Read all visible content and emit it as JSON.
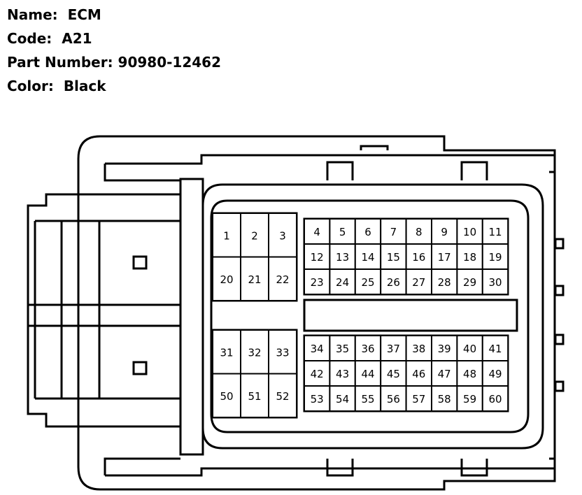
{
  "header": {
    "name_label": "Name:",
    "name_value": "ECM",
    "code_label": "Code:",
    "code_value": "A21",
    "part_label": "Part Number:",
    "part_value": "90980-12462",
    "color_label": "Color:",
    "color_value": "Black"
  },
  "connector": {
    "large_pins": [
      [
        "1",
        "2",
        "3"
      ],
      [
        "20",
        "21",
        "22"
      ],
      [
        "31",
        "32",
        "33"
      ],
      [
        "50",
        "51",
        "52"
      ]
    ],
    "small_pins": [
      [
        "4",
        "5",
        "6",
        "7",
        "8",
        "9",
        "10",
        "11"
      ],
      [
        "12",
        "13",
        "14",
        "15",
        "16",
        "17",
        "18",
        "19"
      ],
      [
        "23",
        "24",
        "25",
        "26",
        "27",
        "28",
        "29",
        "30"
      ],
      [
        "34",
        "35",
        "36",
        "37",
        "38",
        "39",
        "40",
        "41"
      ],
      [
        "42",
        "43",
        "44",
        "45",
        "46",
        "47",
        "48",
        "49"
      ],
      [
        "53",
        "54",
        "55",
        "56",
        "57",
        "58",
        "59",
        "60"
      ]
    ],
    "colors": {
      "stroke": "#000000",
      "fill": "#ffffff"
    }
  }
}
